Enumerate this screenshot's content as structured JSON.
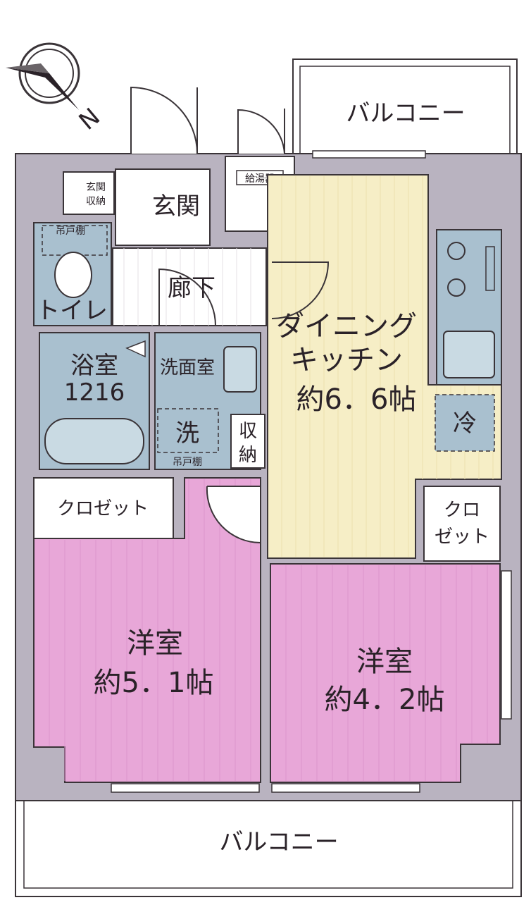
{
  "compass": {
    "north_label": "N"
  },
  "balcony_top": {
    "label": "バルコニー"
  },
  "balcony_bottom": {
    "label": "バルコニー"
  },
  "entrance": {
    "label": "玄関",
    "storage_label_1": "玄関",
    "storage_label_2": "収納"
  },
  "water_heater": {
    "label": "給湯器"
  },
  "toilet": {
    "label": "トイレ",
    "cabinet_label": "吊戸棚"
  },
  "hallway": {
    "label": "廊下"
  },
  "bathroom": {
    "label": "浴室",
    "size": "1216"
  },
  "washroom": {
    "label": "洗面室",
    "machine_label": "洗",
    "cabinet_label": "吊戸棚"
  },
  "storage": {
    "label_1": "収",
    "label_2": "納"
  },
  "dining_kitchen": {
    "label_1": "ダイニング",
    "label_2": "キッチン",
    "size": "約6．6帖"
  },
  "fridge": {
    "label": "冷"
  },
  "closet_left": {
    "label": "クロゼット"
  },
  "closet_right": {
    "label_1": "クロ",
    "label_2": "ゼット"
  },
  "western_room_left": {
    "label": "洋室",
    "size": "約5．1帖"
  },
  "western_room_right": {
    "label": "洋室",
    "size": "約4．2帖"
  },
  "colors": {
    "wall": "#b9b3c0",
    "wet_area": "#a9c0cf",
    "kitchen_floor": "#f6eec6",
    "room_floor": "#e8a7d8",
    "outline": "#3a3438"
  }
}
